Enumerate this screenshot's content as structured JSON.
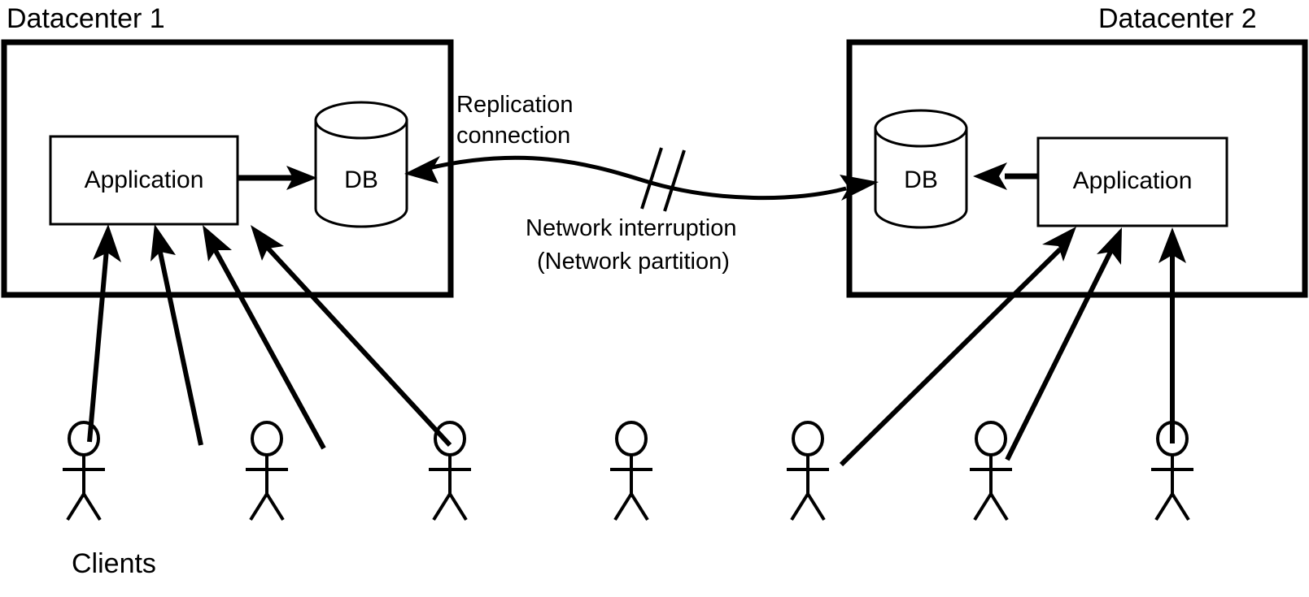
{
  "diagram": {
    "title_left": "Datacenter 1",
    "title_right": "Datacenter 2",
    "clients_label": "Clients",
    "annotations": {
      "replication_line1": "Replication",
      "replication_line2": "connection",
      "interruption_line1": "Network interruption",
      "interruption_line2": "(Network partition)"
    },
    "colors": {
      "stroke": "#000000",
      "background": "#ffffff"
    },
    "datacenter1": {
      "name": "Datacenter 1",
      "application_label": "Application",
      "db_label": "DB",
      "client_count": 4
    },
    "datacenter2": {
      "name": "Datacenter 2",
      "application_label": "Application",
      "db_label": "DB",
      "client_count": 3
    },
    "icons": {
      "client": "stick-figure-icon",
      "database": "cylinder-icon",
      "break": "double-slash-break-icon"
    }
  }
}
